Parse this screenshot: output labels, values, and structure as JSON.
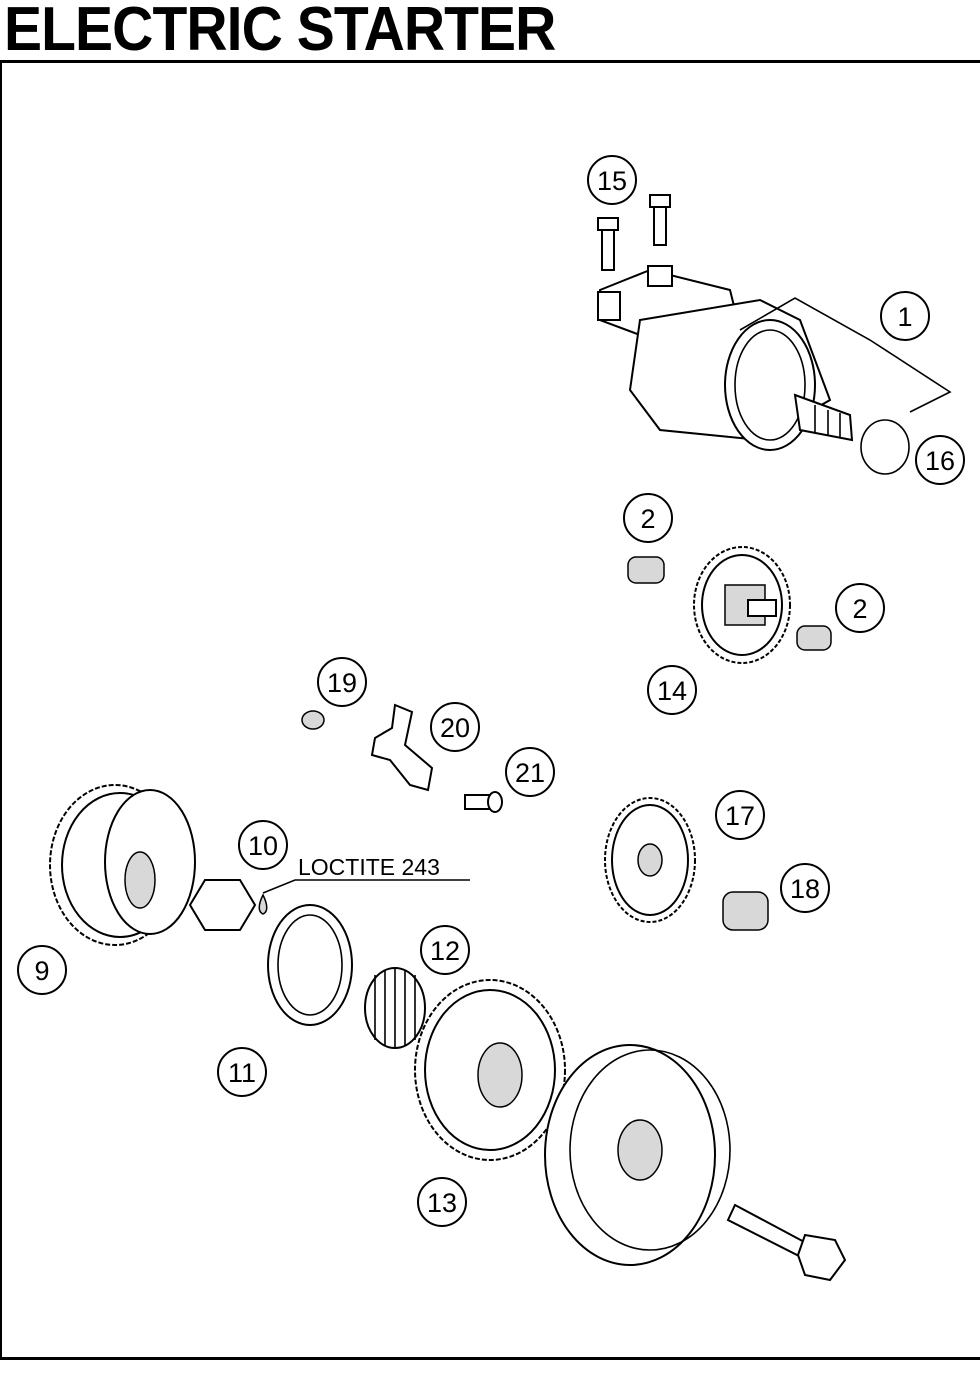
{
  "title": "ELECTRIC STARTER",
  "note": "LOCTITE 243",
  "callouts": [
    "15",
    "1",
    "16",
    "2",
    "2",
    "14",
    "19",
    "20",
    "21",
    "17",
    "10",
    "18",
    "12",
    "9",
    "11",
    "13"
  ]
}
